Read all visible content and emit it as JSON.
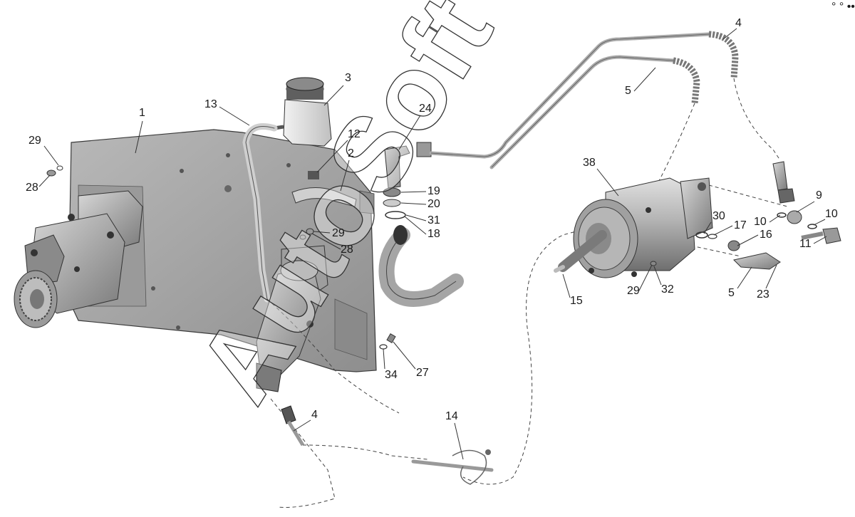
{
  "watermark": "AutoSoft",
  "corner_mark": "° ° ••",
  "callouts": [
    {
      "id": "c1",
      "text": "1"
    },
    {
      "id": "c2",
      "text": "2"
    },
    {
      "id": "c3",
      "text": "3"
    },
    {
      "id": "c4a",
      "text": "4"
    },
    {
      "id": "c4b",
      "text": "4"
    },
    {
      "id": "c5a",
      "text": "5"
    },
    {
      "id": "c5b",
      "text": "5"
    },
    {
      "id": "c9",
      "text": "9"
    },
    {
      "id": "c10a",
      "text": "10"
    },
    {
      "id": "c10b",
      "text": "10"
    },
    {
      "id": "c11",
      "text": "11"
    },
    {
      "id": "c12",
      "text": "12"
    },
    {
      "id": "c13",
      "text": "13"
    },
    {
      "id": "c14",
      "text": "14"
    },
    {
      "id": "c15",
      "text": "15"
    },
    {
      "id": "c16",
      "text": "16"
    },
    {
      "id": "c17",
      "text": "17"
    },
    {
      "id": "c18",
      "text": "18"
    },
    {
      "id": "c19",
      "text": "19"
    },
    {
      "id": "c20",
      "text": "20"
    },
    {
      "id": "c23",
      "text": "23"
    },
    {
      "id": "c24",
      "text": "24"
    },
    {
      "id": "c27",
      "text": "27"
    },
    {
      "id": "c28a",
      "text": "28"
    },
    {
      "id": "c28b",
      "text": "28"
    },
    {
      "id": "c29a",
      "text": "29"
    },
    {
      "id": "c29b",
      "text": "29"
    },
    {
      "id": "c29c",
      "text": "29"
    },
    {
      "id": "c30",
      "text": "30"
    },
    {
      "id": "c31",
      "text": "31"
    },
    {
      "id": "c32",
      "text": "32"
    },
    {
      "id": "c34",
      "text": "34"
    },
    {
      "id": "c38",
      "text": "38"
    }
  ],
  "colors": {
    "part_fill": "#a9a9a9",
    "part_dark": "#7d7d7d",
    "part_light": "#d2d2d2",
    "outline": "#3a3a3a",
    "leader": "#333333",
    "watermark": "#ffffff"
  }
}
